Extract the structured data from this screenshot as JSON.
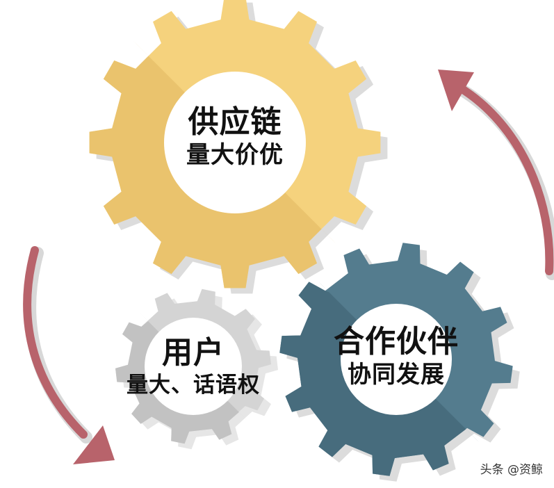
{
  "gears": {
    "supply": {
      "title": "供应链",
      "subtitle": "量大价优",
      "color": "#F5D27D",
      "shade_color": "#E8C16A"
    },
    "user": {
      "title": "用户",
      "subtitle": "量大、话语权",
      "color": "#D4D4D4",
      "shade_color": "#BEBEBE"
    },
    "partner": {
      "title": "合作伙伴",
      "subtitle": "协同发展",
      "color": "#547C8E",
      "shade_color": "#466A7B"
    }
  },
  "arrows": {
    "color": "#B8636B",
    "count": 2
  },
  "watermark": "头条 @资鲸"
}
